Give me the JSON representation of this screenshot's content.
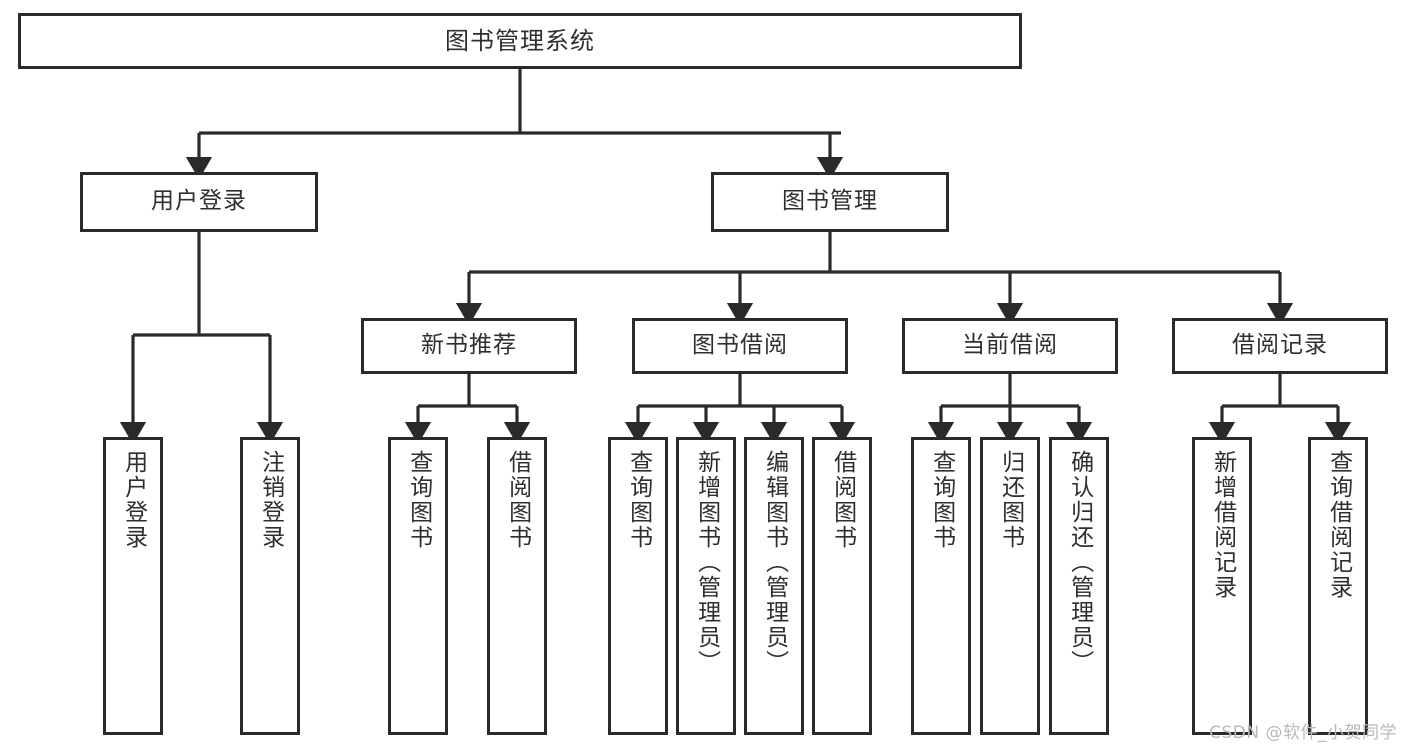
{
  "diagram": {
    "type": "tree",
    "title": "图书管理系统",
    "watermark": "CSDN @软件_小贺同学",
    "colors": {
      "background": "#ffffff",
      "border": "#2a2a2a",
      "text": "#2f2f2f",
      "edge": "#2a2a2a",
      "watermark": "#b9b9b9"
    },
    "nodes": {
      "root": {
        "label": "图书管理系统"
      },
      "level2": [
        {
          "label": "用户登录"
        },
        {
          "label": "图书管理"
        }
      ],
      "level3": [
        {
          "label": "新书推荐"
        },
        {
          "label": "图书借阅"
        },
        {
          "label": "当前借阅"
        },
        {
          "label": "借阅记录"
        }
      ],
      "leaves": {
        "user_login": [
          {
            "label": "用户登录"
          },
          {
            "label": "注销登录"
          }
        ],
        "new_book_recommend": [
          {
            "label": "查询图书"
          },
          {
            "label": "借阅图书"
          }
        ],
        "book_borrow": [
          {
            "label": "查询图书"
          },
          {
            "label": "新增图书（管理员）"
          },
          {
            "label": "编辑图书（管理员）"
          },
          {
            "label": "借阅图书"
          }
        ],
        "current_borrow": [
          {
            "label": "查询图书"
          },
          {
            "label": "归还图书"
          },
          {
            "label": "确认归还（管理员）"
          }
        ],
        "borrow_record": [
          {
            "label": "新增借阅记录"
          },
          {
            "label": "查询借阅记录"
          }
        ]
      }
    }
  }
}
